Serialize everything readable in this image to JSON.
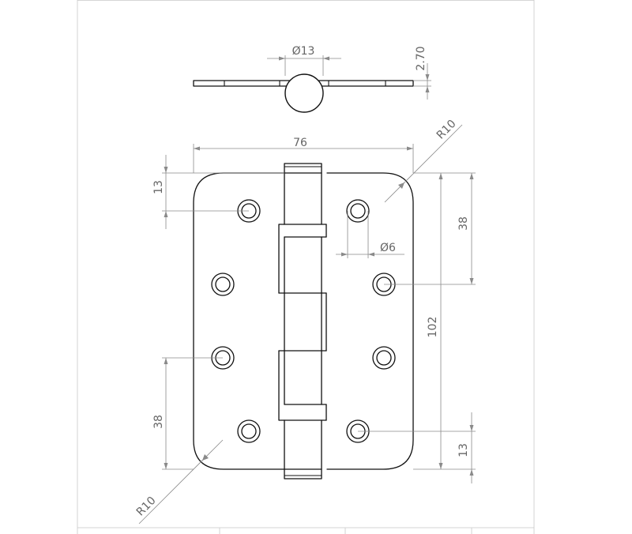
{
  "drawing": {
    "dimensions": {
      "knuckle_diameter": "Ø13",
      "leaf_thickness": "2.70",
      "overall_width": "76",
      "corner_radius_top_right": "R10",
      "corner_radius_bottom_left": "R10",
      "hole_to_top_edge": "13",
      "hole_to_bottom_edge": "13",
      "hole_spacing_left": "38",
      "hole_spacing_right": "38",
      "hole_diameter": "Ø6",
      "overall_height": "102"
    },
    "colors": {
      "line": "#111111",
      "dimension_line": "#8a8a8a",
      "dimension_text": "#666666",
      "frame": "#c8c8c8"
    }
  }
}
